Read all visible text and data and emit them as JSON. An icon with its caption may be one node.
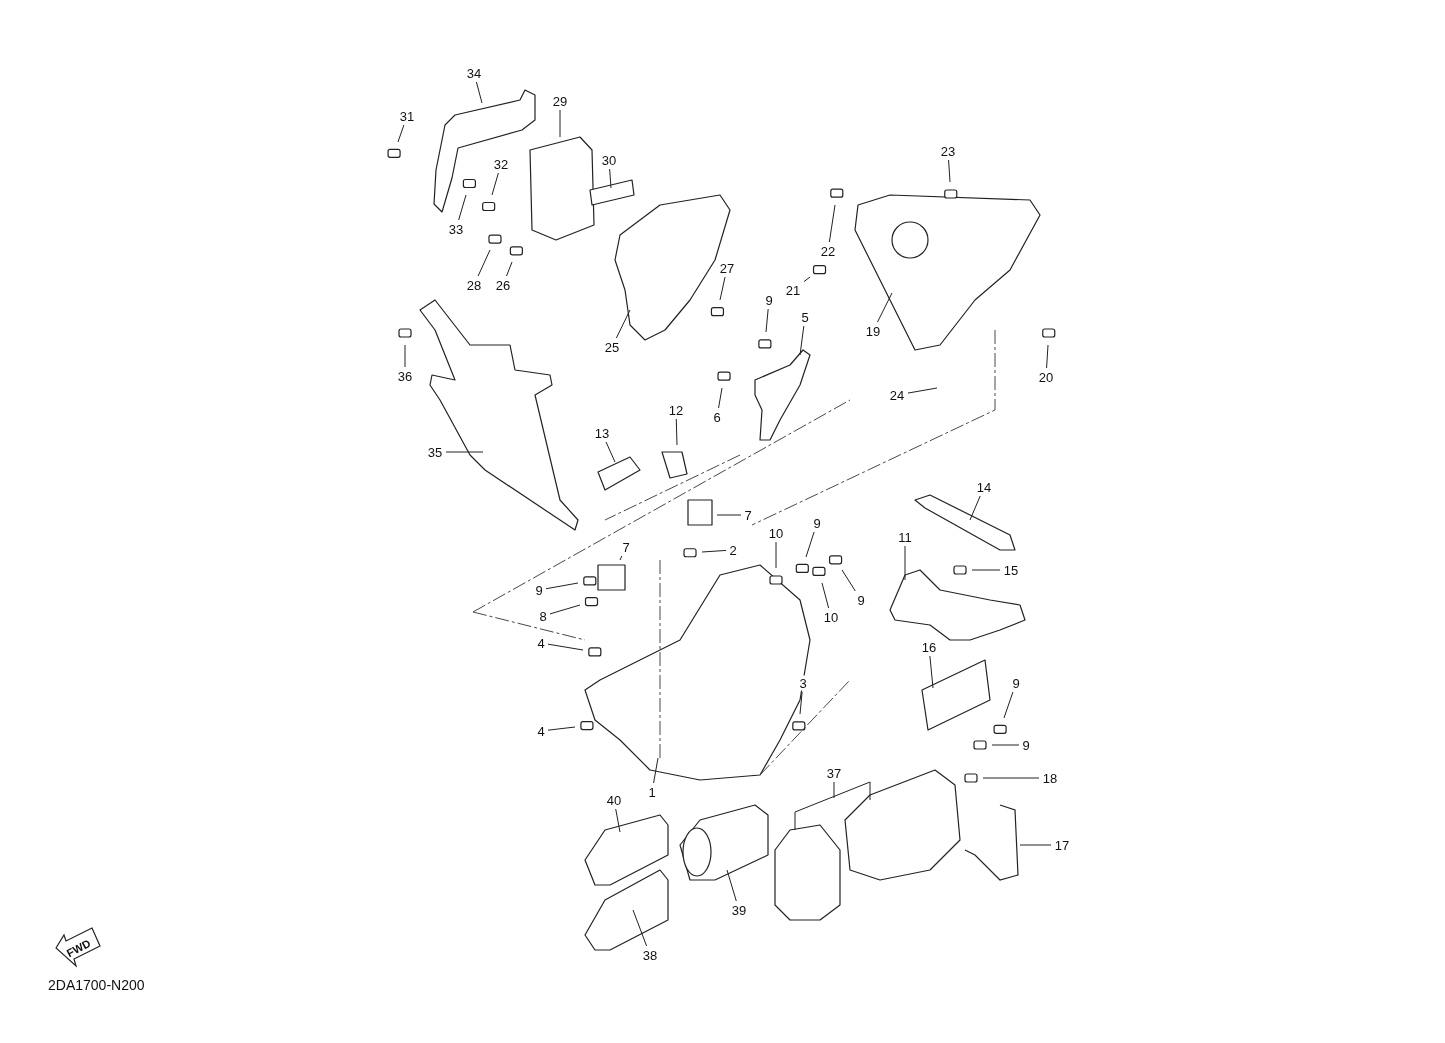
{
  "diagram": {
    "nodes": [
      {
        "text": [
          "34"
        ]
      },
      {
        "text": [
          "29"
        ]
      },
      {
        "text": [
          "31"
        ]
      },
      {
        "text": [
          "23"
        ]
      },
      {
        "text": [
          "30"
        ]
      },
      {
        "text": [
          "32"
        ]
      },
      {
        "text": [
          "33"
        ]
      },
      {
        "text": [
          "22"
        ]
      },
      {
        "text": [
          "27"
        ]
      },
      {
        "text": [
          "28"
        ]
      },
      {
        "text": [
          "26"
        ]
      },
      {
        "text": [
          "21"
        ]
      },
      {
        "text": [
          "9"
        ]
      },
      {
        "text": [
          "5"
        ]
      },
      {
        "text": [
          "19"
        ]
      },
      {
        "text": [
          "25"
        ]
      },
      {
        "text": [
          "36"
        ]
      },
      {
        "text": [
          "20"
        ]
      },
      {
        "text": [
          "24"
        ]
      },
      {
        "text": [
          "12"
        ]
      },
      {
        "text": [
          "6"
        ]
      },
      {
        "text": [
          "13"
        ]
      },
      {
        "text": [
          "35"
        ]
      },
      {
        "text": [
          "14"
        ]
      },
      {
        "text": [
          "7"
        ]
      },
      {
        "text": [
          "9"
        ]
      },
      {
        "text": [
          "10"
        ]
      },
      {
        "text": [
          "11"
        ]
      },
      {
        "text": [
          "7"
        ]
      },
      {
        "text": [
          "2"
        ]
      },
      {
        "text": [
          "15"
        ]
      },
      {
        "text": [
          "9"
        ]
      },
      {
        "text": [
          "9"
        ]
      },
      {
        "text": [
          "8"
        ]
      },
      {
        "text": [
          "10"
        ]
      },
      {
        "text": [
          "4"
        ]
      },
      {
        "text": [
          "16"
        ]
      },
      {
        "text": [
          "3"
        ]
      },
      {
        "text": [
          "9"
        ]
      },
      {
        "text": [
          "4"
        ]
      },
      {
        "text": [
          "9"
        ]
      },
      {
        "text": [
          "37"
        ]
      },
      {
        "text": [
          "18"
        ]
      },
      {
        "text": [
          "1"
        ]
      },
      {
        "text": [
          "40"
        ]
      },
      {
        "text": [
          "17"
        ]
      },
      {
        "text": [
          "39"
        ]
      },
      {
        "text": [
          "38"
        ]
      }
    ],
    "edges": [
      {
        "from": 0,
        "to": null,
        "arrow": "none"
      },
      {
        "from": 1,
        "to": null,
        "arrow": "none"
      },
      {
        "from": 2,
        "to": null,
        "arrow": "none"
      },
      {
        "from": 3,
        "to": null,
        "arrow": "none"
      },
      {
        "from": 4,
        "to": null,
        "arrow": "none"
      },
      {
        "from": 5,
        "to": null,
        "arrow": "none"
      },
      {
        "from": 6,
        "to": null,
        "arrow": "none"
      },
      {
        "from": 7,
        "to": null,
        "arrow": "none"
      },
      {
        "from": 8,
        "to": null,
        "arrow": "none"
      },
      {
        "from": 9,
        "to": null,
        "arrow": "none"
      },
      {
        "from": 10,
        "to": null,
        "arrow": "none"
      },
      {
        "from": 11,
        "to": null,
        "arrow": "none"
      },
      {
        "from": 12,
        "to": null,
        "arrow": "none"
      },
      {
        "from": 13,
        "to": null,
        "arrow": "none"
      },
      {
        "from": 14,
        "to": null,
        "arrow": "none"
      },
      {
        "from": 15,
        "to": null,
        "arrow": "none"
      },
      {
        "from": 16,
        "to": null,
        "arrow": "none"
      },
      {
        "from": 17,
        "to": null,
        "arrow": "none"
      },
      {
        "from": 18,
        "to": null,
        "arrow": "none"
      },
      {
        "from": 19,
        "to": null,
        "arrow": "none"
      },
      {
        "from": 20,
        "to": null,
        "arrow": "none"
      },
      {
        "from": 21,
        "to": null,
        "arrow": "none"
      },
      {
        "from": 22,
        "to": null,
        "arrow": "none"
      },
      {
        "from": 23,
        "to": null,
        "arrow": "none"
      },
      {
        "from": 24,
        "to": null,
        "arrow": "none"
      },
      {
        "from": 25,
        "to": null,
        "arrow": "none"
      },
      {
        "from": 26,
        "to": null,
        "arrow": "none"
      },
      {
        "from": 27,
        "to": null,
        "arrow": "none"
      },
      {
        "from": 28,
        "to": null,
        "arrow": "none"
      },
      {
        "from": 29,
        "to": null,
        "arrow": "none"
      },
      {
        "from": 30,
        "to": null,
        "arrow": "none"
      },
      {
        "from": 31,
        "to": null,
        "arrow": "none"
      },
      {
        "from": 32,
        "to": null,
        "arrow": "none"
      },
      {
        "from": 33,
        "to": null,
        "arrow": "none"
      },
      {
        "from": 34,
        "to": null,
        "arrow": "none"
      },
      {
        "from": 35,
        "to": null,
        "arrow": "none"
      },
      {
        "from": 36,
        "to": null,
        "arrow": "none"
      },
      {
        "from": 37,
        "to": null,
        "arrow": "none"
      },
      {
        "from": 38,
        "to": null,
        "arrow": "none"
      },
      {
        "from": 39,
        "to": null,
        "arrow": "none"
      },
      {
        "from": 40,
        "to": null,
        "arrow": "none"
      },
      {
        "from": 41,
        "to": null,
        "arrow": "none"
      },
      {
        "from": 42,
        "to": null,
        "arrow": "none"
      },
      {
        "from": 43,
        "to": null,
        "arrow": "none"
      },
      {
        "from": 44,
        "to": null,
        "arrow": "none"
      },
      {
        "from": 45,
        "to": null,
        "arrow": "none"
      },
      {
        "from": 46,
        "to": null,
        "arrow": "none"
      },
      {
        "from": 47,
        "to": null,
        "arrow": "none"
      }
    ],
    "labels": [
      "FWD",
      "2DA1700-N200"
    ]
  }
}
